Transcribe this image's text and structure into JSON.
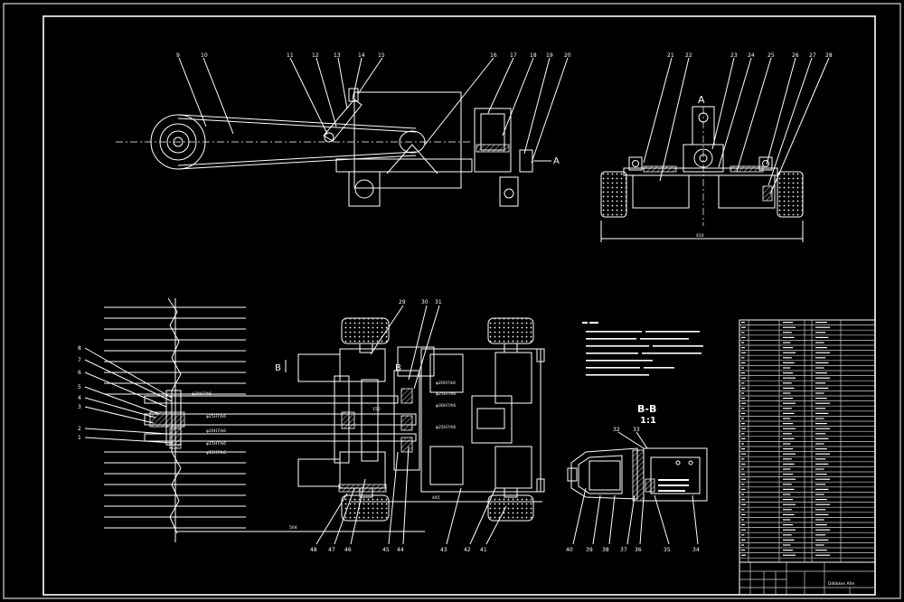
{
  "labels": {
    "section_a": "A",
    "section_b": "B",
    "section_bb": "B-B",
    "scale": "1:1"
  },
  "top_left_callouts": [
    "9",
    "10",
    "11",
    "12",
    "13",
    "14",
    "15",
    "16",
    "17",
    "18",
    "19",
    "20"
  ],
  "top_right_callouts": [
    "21",
    "22",
    "23",
    "24",
    "25",
    "26",
    "27",
    "28"
  ],
  "plan_top_callouts": [
    "29",
    "30",
    "31"
  ],
  "plan_left_callouts": [
    "8",
    "7",
    "6",
    "5",
    "4",
    "3",
    "2",
    "1"
  ],
  "plan_bottom_callouts": [
    "48",
    "47",
    "46",
    "45",
    "44",
    "43",
    "42",
    "41"
  ],
  "bb_callouts_top": [
    "32",
    "33"
  ],
  "bb_callouts_bottom": [
    "40",
    "39",
    "38",
    "37",
    "36",
    "35",
    "34"
  ],
  "dimensions": {
    "top_right_width": "410",
    "plan_mid": "150",
    "plan_lower": "445",
    "plan_bottom": "504"
  },
  "fits": [
    "φ20H7/h6",
    "φ25H7/k6",
    "φ20H7/k6",
    "φ15H7/k6",
    "φ15H7/k6",
    "φ20H7/k6",
    "φ25H7/h6",
    "φ30H7/h6",
    "φ25H7/h6"
  ],
  "title_block_name": "Ddkkkes Afer"
}
